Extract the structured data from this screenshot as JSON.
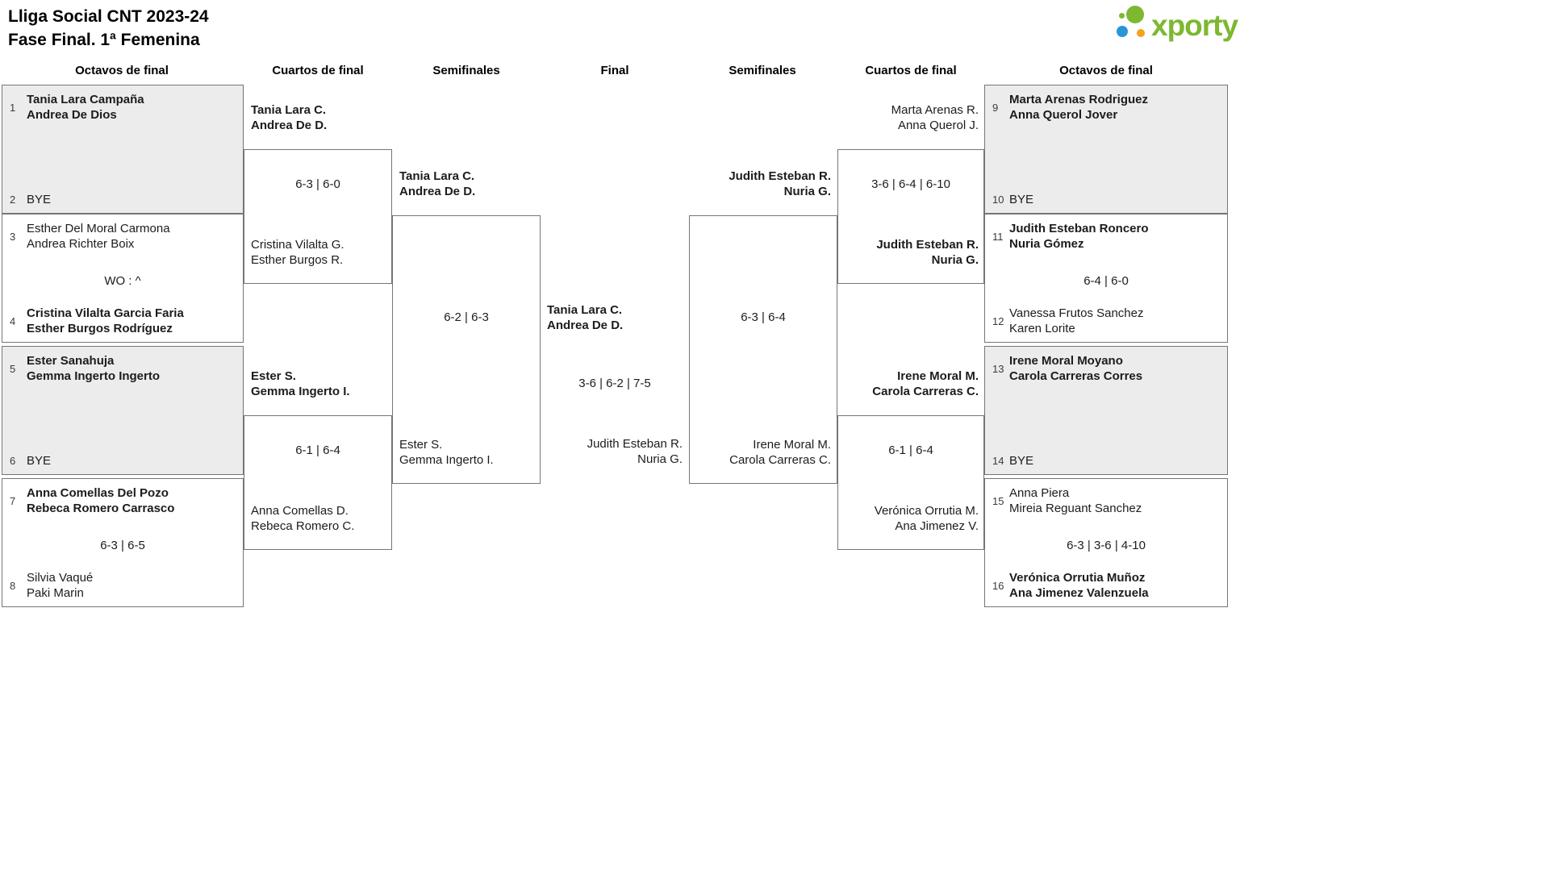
{
  "header": {
    "title_line1": "Lliga Social CNT 2023-24",
    "title_line2": "Fase Final. 1ª Femenina"
  },
  "logo": {
    "text": "xporty"
  },
  "colors": {
    "brand_green": "#7cb830",
    "brand_blue": "#2b95d6",
    "brand_orange": "#f6a21c",
    "shaded_box": "#ececec",
    "border": "#757575"
  },
  "rounds": [
    "Octavos de final",
    "Cuartos de final",
    "Semifinales",
    "Final",
    "Semifinales",
    "Cuartos de final",
    "Octavos de final"
  ],
  "bracket": {
    "octavos_left": [
      {
        "seed_top": "1",
        "top1": "Tania Lara Campaña",
        "top2": "Andrea De Dios",
        "score": "",
        "seed_bot": "2",
        "bot1": "BYE",
        "bot2": ""
      },
      {
        "seed_top": "3",
        "top1": "Esther Del Moral Carmona",
        "top2": "Andrea Richter Boix",
        "score": "WO : ^",
        "seed_bot": "4",
        "bot1": "Cristina Vilalta Garcia Faria",
        "bot2": "Esther Burgos Rodríguez"
      },
      {
        "seed_top": "5",
        "top1": "Ester Sanahuja",
        "top2": "Gemma Ingerto Ingerto",
        "score": "",
        "seed_bot": "6",
        "bot1": "BYE",
        "bot2": ""
      },
      {
        "seed_top": "7",
        "top1": "Anna Comellas Del Pozo",
        "top2": "Rebeca Romero Carrasco",
        "score": "6-3 | 6-5",
        "seed_bot": "8",
        "bot1": "Silvia Vaqué",
        "bot2": "Paki Marin"
      }
    ],
    "octavos_right": [
      {
        "seed_top": "9",
        "top1": "Marta Arenas Rodriguez",
        "top2": "Anna Querol Jover",
        "score": "",
        "seed_bot": "10",
        "bot1": "BYE",
        "bot2": ""
      },
      {
        "seed_top": "11",
        "top1": "Judith Esteban Roncero",
        "top2": "Nuria Gómez",
        "score": "6-4 | 6-0",
        "seed_bot": "12",
        "bot1": "Vanessa Frutos Sanchez",
        "bot2": "Karen Lorite"
      },
      {
        "seed_top": "13",
        "top1": "Irene Moral Moyano",
        "top2": "Carola Carreras Corres",
        "score": "",
        "seed_bot": "14",
        "bot1": "BYE",
        "bot2": ""
      },
      {
        "seed_top": "15",
        "top1": "Anna Piera",
        "top2": "Mireia Reguant Sanchez",
        "score": "6-3 | 3-6 | 4-10",
        "seed_bot": "16",
        "bot1": "Verónica Orrutia Muñoz",
        "bot2": "Ana Jimenez Valenzuela"
      }
    ],
    "cuartos_left": [
      {
        "top1": "Tania Lara C.",
        "top2": "Andrea De D.",
        "score": "6-3 | 6-0",
        "bot1": "Cristina Vilalta G.",
        "bot2": "Esther Burgos R."
      },
      {
        "top1": "Ester S.",
        "top2": "Gemma Ingerto I.",
        "score": "6-1 | 6-4",
        "bot1": "Anna Comellas D.",
        "bot2": "Rebeca Romero C."
      }
    ],
    "cuartos_right": [
      {
        "top1": "Marta Arenas R.",
        "top2": "Anna Querol J.",
        "score": "3-6 | 6-4 | 6-10",
        "bot1": "Judith Esteban R.",
        "bot2": "Nuria G."
      },
      {
        "top1": "Irene Moral M.",
        "top2": "Carola Carreras C.",
        "score": "6-1 | 6-4",
        "bot1": "Verónica Orrutia M.",
        "bot2": "Ana Jimenez V."
      }
    ],
    "semi_left": {
      "top1": "Tania Lara C.",
      "top2": "Andrea De D.",
      "score": "6-2 | 6-3",
      "bot1": "Ester S.",
      "bot2": "Gemma Ingerto I."
    },
    "semi_right": {
      "top1": "Judith Esteban R.",
      "top2": "Nuria G.",
      "score": "6-3 | 6-4",
      "bot1": "Irene Moral M.",
      "bot2": "Carola Carreras C."
    },
    "final": {
      "top1": "Tania Lara C.",
      "top2": "Andrea De D.",
      "score": "3-6 | 6-2 | 7-5",
      "bot1": "Judith Esteban R.",
      "bot2": "Nuria G."
    }
  }
}
